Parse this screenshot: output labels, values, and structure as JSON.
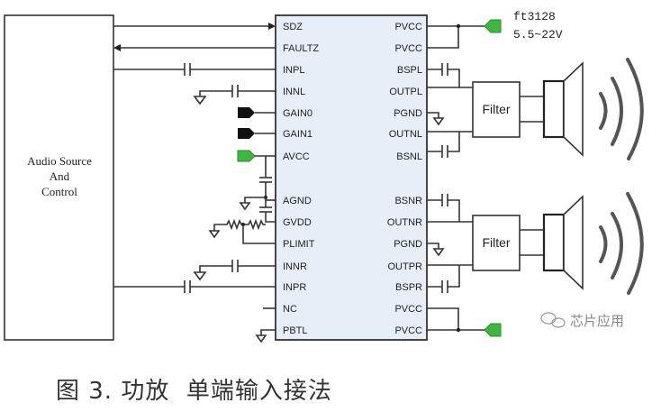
{
  "source_block": {
    "line1": "Audio Source",
    "line2": "And",
    "line3": "Control"
  },
  "chip": {
    "left_pins": [
      "SDZ",
      "FAULTZ",
      "INPL",
      "INNL",
      "GAIN0",
      "GAIN1",
      "AVCC",
      "AGND",
      "GVDD",
      "PLIMIT",
      "INNR",
      "INPR",
      "NC",
      "PBTL"
    ],
    "right_pins": [
      "PVCC",
      "PVCC",
      "BSPL",
      "OUTPL",
      "PGND",
      "OUTNL",
      "BSNL",
      "BSNR",
      "OUTNR",
      "PGND",
      "OUTPR",
      "BSPR",
      "PVCC",
      "PVCC"
    ],
    "fill_color": "#e8eef8"
  },
  "supply_note": {
    "part": "ft3128",
    "range": "5.5~22V"
  },
  "filters": {
    "top_label": "Filter",
    "bottom_label": "Filter"
  },
  "colors": {
    "supply_connector": "#3cb83c",
    "gain_connector": "#111111"
  },
  "watermark": "芯片应用",
  "caption": "图 3. 功放  单端输入接法"
}
